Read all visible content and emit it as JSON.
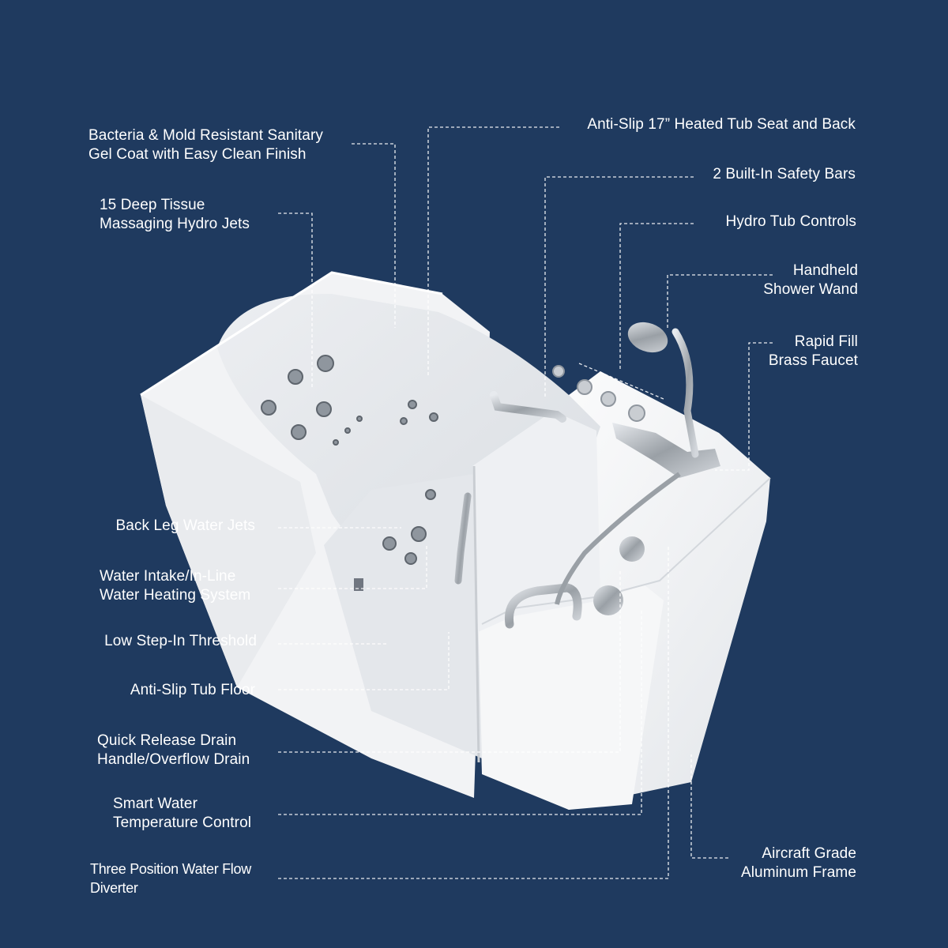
{
  "colors": {
    "background": "#1f3a5f",
    "tub_body": "#f4f5f6",
    "chrome": "#a8adb2",
    "label_text": "#ffffff"
  },
  "labels": {
    "left": [
      {
        "id": "gel-coat",
        "lines": [
          "Bacteria & Mold Resistant Sanitary",
          "Gel Coat with Easy Clean Finish"
        ]
      },
      {
        "id": "hydro-jets",
        "lines": [
          "15 Deep Tissue",
          "Massaging Hydro Jets"
        ]
      },
      {
        "id": "leg-jets",
        "lines": [
          "Back Leg Water Jets"
        ]
      },
      {
        "id": "water-intake",
        "lines": [
          "Water Intake/In-Line",
          "Water Heating System"
        ]
      },
      {
        "id": "step-in",
        "lines": [
          "Low Step-In Threshold"
        ]
      },
      {
        "id": "tub-floor",
        "lines": [
          "Anti-Slip Tub Floor"
        ]
      },
      {
        "id": "drain",
        "lines": [
          "Quick Release Drain",
          "Handle/Overflow Drain"
        ]
      },
      {
        "id": "temp-control",
        "lines": [
          "Smart Water",
          "Temperature Control"
        ]
      },
      {
        "id": "diverter",
        "lines": [
          "Three Position Water Flow",
          "Diverter"
        ]
      }
    ],
    "right": [
      {
        "id": "seat",
        "lines": [
          "Anti-Slip 17” Heated Tub Seat and Back"
        ]
      },
      {
        "id": "safety-bars",
        "lines": [
          "2 Built-In Safety Bars"
        ]
      },
      {
        "id": "controls",
        "lines": [
          "Hydro Tub Controls"
        ]
      },
      {
        "id": "shower-wand",
        "lines": [
          "Handheld",
          "Shower Wand"
        ]
      },
      {
        "id": "faucet",
        "lines": [
          "Rapid Fill",
          "Brass Faucet"
        ]
      },
      {
        "id": "frame",
        "lines": [
          "Aircraft Grade",
          "Aluminum Frame"
        ]
      }
    ]
  }
}
